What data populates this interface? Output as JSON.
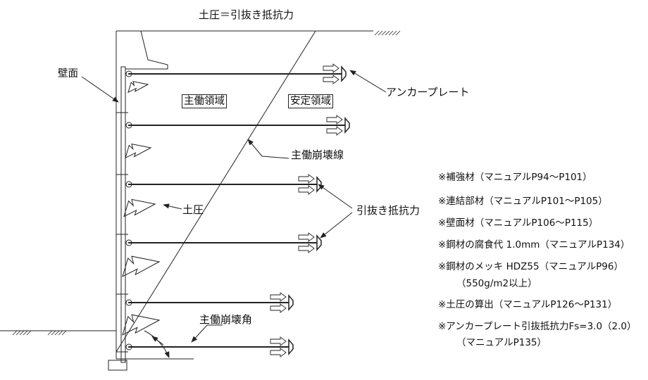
{
  "title": "土圧＝引抜き抵抗力",
  "labels": {
    "wall_face": "壁面",
    "anchor_plate": "アンカープレート",
    "active_zone": "主働領域",
    "stable_zone": "安定領域",
    "failure_line": "主働崩壊線",
    "earth_pressure": "土圧",
    "pullout_resistance": "引抜き抵抗力",
    "failure_angle": "主働崩壊角"
  },
  "notes": [
    "※補強材（マニュアルP94～P101）",
    "※連結部材（マニュアルP101～P105）",
    "※壁面材（マニュアルP106～P115）",
    "※鋼材の腐食代 1.0mm（マニュアルP134）",
    "※鋼材のメッキ HDZ55（マニュアルP96）",
    "（550g/m2以上）",
    "※土圧の算出（マニュアルP126～P131）",
    "※アンカープレート引抜抵抗力Fs=3.0（2.0）",
    "（マニュアルP135）"
  ],
  "colors": {
    "line": "#222222",
    "background": "#ffffff"
  }
}
